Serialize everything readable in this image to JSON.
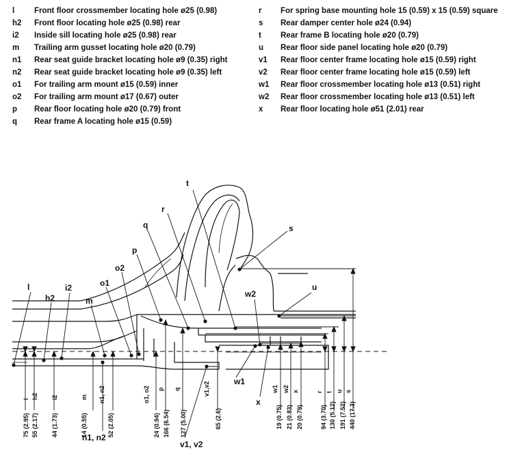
{
  "legend_left": [
    {
      "code": "l",
      "desc": "Front floor crossmember locating hole ø25 (0.98)"
    },
    {
      "code": "h2",
      "desc": "Front floor locating hole ø25 (0.98) rear"
    },
    {
      "code": "i2",
      "desc": "Inside sill locating hole ø25 (0.98) rear"
    },
    {
      "code": "m",
      "desc": "Trailing arm gusset locating hole ø20 (0.79)"
    },
    {
      "code": "n1",
      "desc": "Rear seat guide bracket locating hole ø9 (0.35) right"
    },
    {
      "code": "n2",
      "desc": "Rear seat guide bracket locating hole ø9 (0.35) left"
    },
    {
      "code": "o1",
      "desc": "For trailing arm mount ø15 (0.59) inner"
    },
    {
      "code": "o2",
      "desc": "For trailing arm mount ø17 (0.67) outer"
    },
    {
      "code": "p",
      "desc": "Rear floor locating hole ø20 (0.79) front"
    },
    {
      "code": "q",
      "desc": "Rear frame A locating hole ø15 (0.59)"
    }
  ],
  "legend_right": [
    {
      "code": "r",
      "desc": "For spring base mounting hole 15 (0.59) x 15 (0.59) square"
    },
    {
      "code": "s",
      "desc": "Rear damper center hole ø24 (0.94)"
    },
    {
      "code": "t",
      "desc": "Rear frame B locating hole ø20 (0.79)"
    },
    {
      "code": "u",
      "desc": "Rear floor side panel locating hole ø20 (0.79)"
    },
    {
      "code": "v1",
      "desc": "Rear floor center frame locating hole ø15 (0.59) right"
    },
    {
      "code": "v2",
      "desc": "Rear floor center frame locating hole ø15 (0.59) left"
    },
    {
      "code": "w1",
      "desc": "Rear floor crossmember locating hole ø13 (0.51) right"
    },
    {
      "code": "w2",
      "desc": "Rear floor crossmember locating hole ø13 (0.51) left"
    },
    {
      "code": "x",
      "desc": "Rear floor locating hole ø51 (2.01) rear"
    }
  ],
  "callouts": {
    "l": "l",
    "h2": "h2",
    "i2": "i2",
    "m": "m",
    "o1": "o1",
    "o2": "o2",
    "p": "p",
    "q": "q",
    "r": "r",
    "t": "t",
    "s": "s",
    "u": "u",
    "w2": "w2",
    "w1": "w1",
    "x": "x",
    "n1n2": "n1, n2",
    "v1v2": "v1, v2"
  },
  "dimensions": [
    {
      "code": "l",
      "value": "75 (2.95)"
    },
    {
      "code": "h2",
      "value": "55 (2.17)"
    },
    {
      "code": "i2",
      "value": "44 (1.73)"
    },
    {
      "code": "m",
      "value": "14 (0.55)"
    },
    {
      "code": "n1, n2",
      "value": "52 (2.05)"
    },
    {
      "code": "o1, o2",
      "value": "24 (0.94)"
    },
    {
      "code": "p",
      "value": "166 (6.54)"
    },
    {
      "code": "q",
      "value": "127 (5.00)"
    },
    {
      "code": "v1,v2",
      "value": "65 (2.6)"
    },
    {
      "code": "w1",
      "value": "19 (0.75)"
    },
    {
      "code": "w2",
      "value": "21 (0.83)"
    },
    {
      "code": "x",
      "value": "20 (0.79)"
    },
    {
      "code": "r",
      "value": "94 (3.70)"
    },
    {
      "code": "t",
      "value": "130 (5.12)"
    },
    {
      "code": "u",
      "value": "191 (7.52)"
    },
    {
      "code": "s",
      "value": "440 (17.3)"
    }
  ]
}
